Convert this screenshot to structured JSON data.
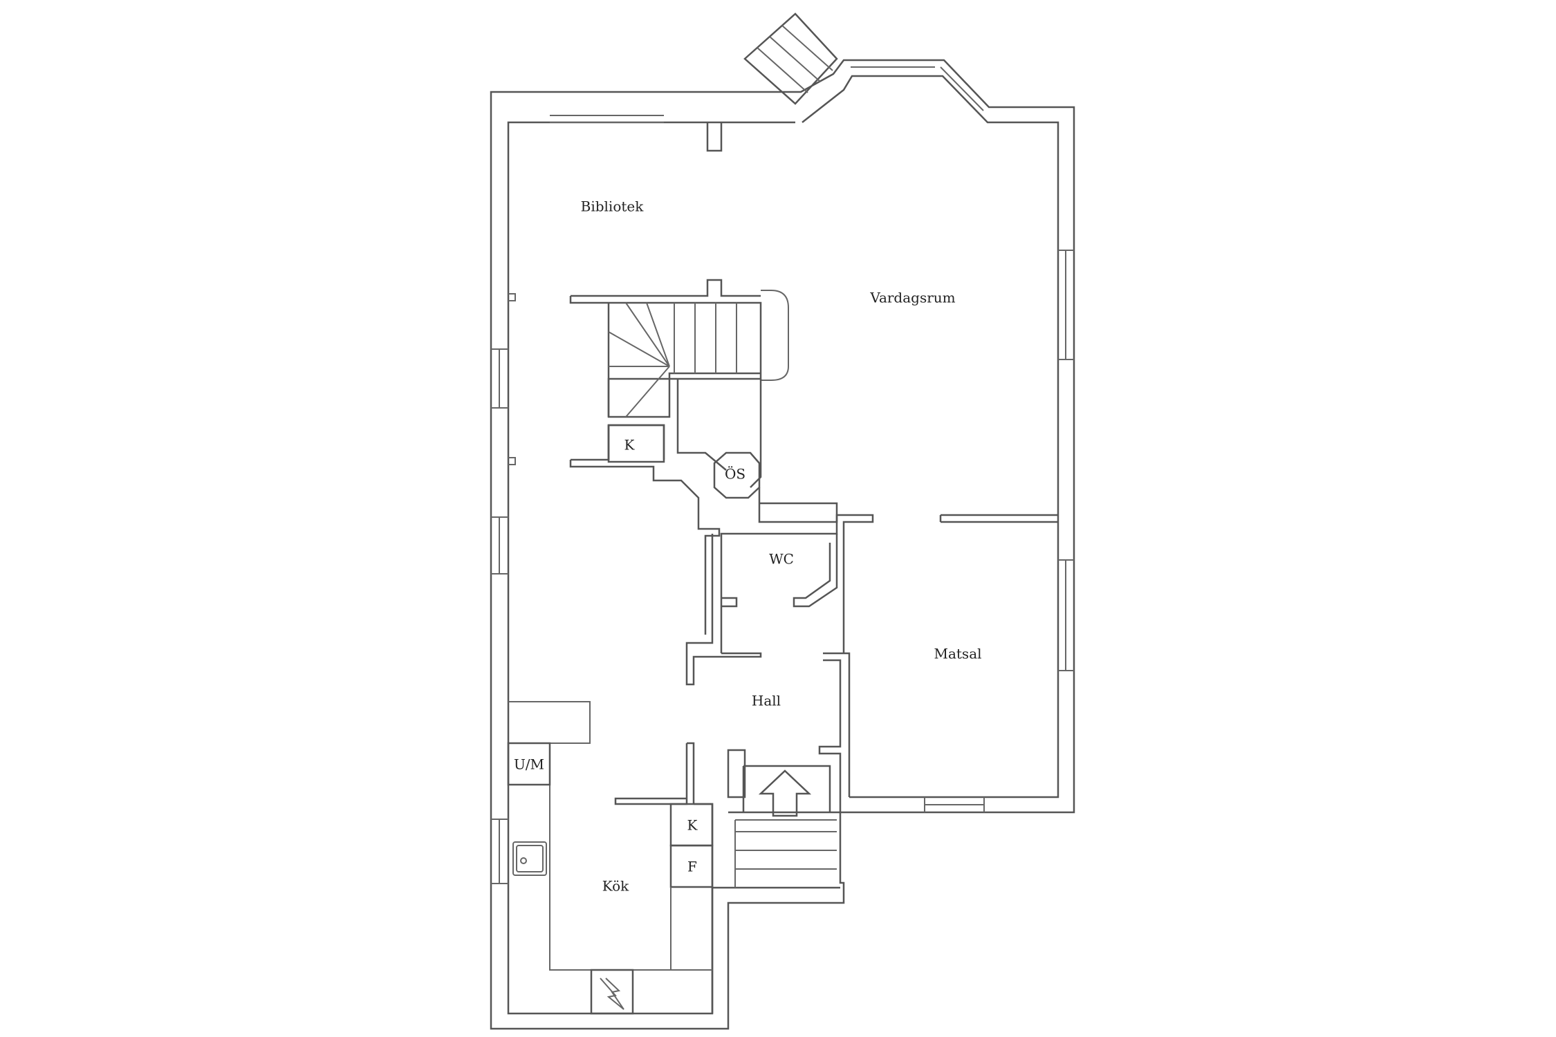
{
  "plan": {
    "rooms": {
      "bibliotek": "Bibliotek",
      "vardagsrum": "Vardagsrum",
      "wc": "WC",
      "matsal": "Matsal",
      "hall": "Hall",
      "kok": "Kök"
    },
    "labels": {
      "closet_k": "K",
      "os": "ÖS",
      "um": "U/M",
      "kitchen_k": "K",
      "kitchen_f": "F"
    },
    "icons": {
      "entrance": "arrow-up-icon",
      "sink": "sink-icon",
      "chimney": "fireplace-icon",
      "stairs": "staircase-icon"
    },
    "colors": {
      "wall": "#555555",
      "text": "#222222",
      "background": "#ffffff"
    }
  }
}
